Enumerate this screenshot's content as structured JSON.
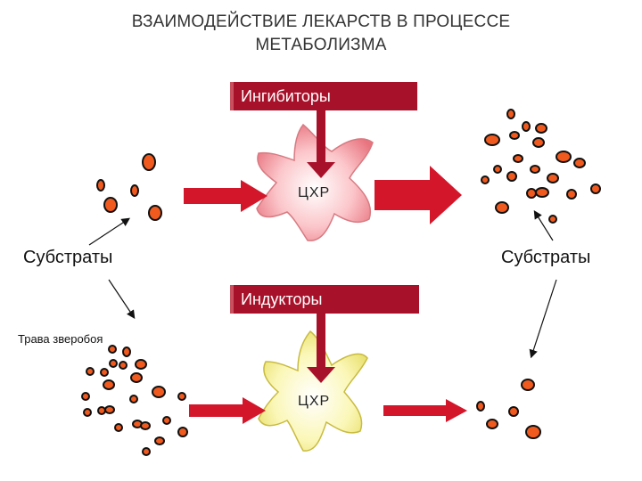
{
  "title": {
    "line1": "ВЗАИМОДЕЙСТВИЕ ЛЕКАРСТВ В ПРОЦЕССЕ",
    "line2": "МЕТАБОЛИЗМА"
  },
  "inhibitors_label": "Ингибиторы",
  "inducers_label": "Индукторы",
  "enzyme_top_label": "ЦХР",
  "enzyme_bottom_label": "ЦХР",
  "substrates_left_label": "Субстраты",
  "substrates_right_label": "Субстраты",
  "herb_label": "Трава зверобоя",
  "colors": {
    "label_box": "#a8112a",
    "arrow_red": "#d3162a",
    "particle_fill": "#f05a1e",
    "particle_stroke": "#111111",
    "enzyme_pink": "#f7a0a8",
    "enzyme_yellow": "#f8f3a0"
  }
}
